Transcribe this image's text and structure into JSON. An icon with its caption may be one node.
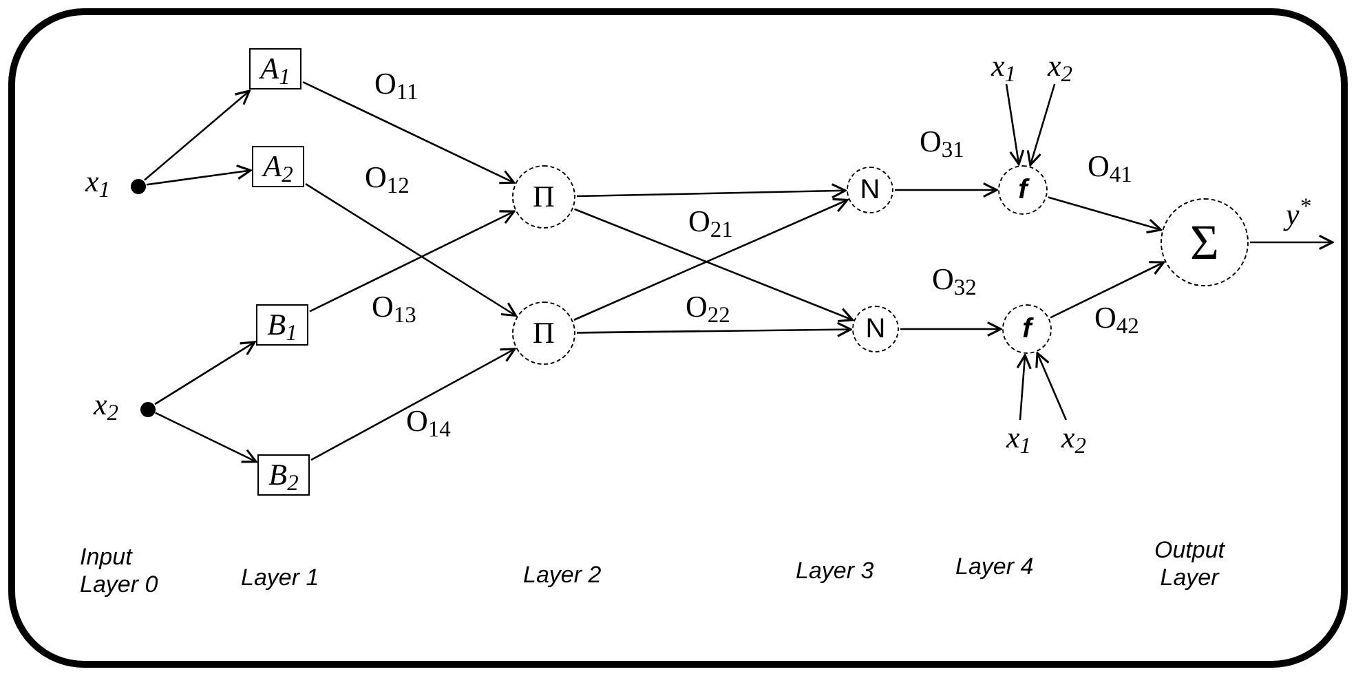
{
  "diagram": {
    "nodes": [
      {
        "text": [],
        "shape": "circle",
        "beside": [
          "x$_{1}$"
        ]
      },
      {
        "text": [],
        "shape": "circle",
        "beside": [
          "x$_{2}$"
        ]
      },
      {
        "text": [
          "A$_{1}$"
        ]
      },
      {
        "text": [
          "A$_{2}$"
        ]
      },
      {
        "text": [
          "B$_{1}$"
        ]
      },
      {
        "text": [
          "B$_{2}$"
        ]
      },
      {
        "text": [
          "Π"
        ]
      },
      {
        "text": [
          "Π"
        ]
      },
      {
        "text": [
          "N"
        ]
      },
      {
        "text": [
          "N"
        ]
      },
      {
        "text": [
          "f"
        ]
      },
      {
        "text": [
          "f"
        ]
      },
      {
        "text": [
          "Σ"
        ]
      },
      {
        "text": [
          "x$_{1}$"
        ]
      },
      {
        "text": [
          "x$_{2}$"
        ]
      },
      {
        "text": [
          "x$_{1}$"
        ]
      },
      {
        "text": [
          "x$_{2}$"
        ]
      }
    ],
    "edges": [
      {
        "from": 0,
        "to": 2,
        "arrow": "to"
      },
      {
        "from": 0,
        "to": 3,
        "arrow": "to"
      },
      {
        "from": 1,
        "to": 4,
        "arrow": "to"
      },
      {
        "from": 1,
        "to": 5,
        "arrow": "to"
      },
      {
        "from": 2,
        "to": 6,
        "arrow": "to",
        "label": "O$_{11}$"
      },
      {
        "from": 3,
        "to": 7,
        "arrow": "to",
        "label": "O$_{12}$"
      },
      {
        "from": 4,
        "to": 6,
        "arrow": "to",
        "label": "O$_{13}$"
      },
      {
        "from": 5,
        "to": 7,
        "arrow": "to",
        "label": "O$_{14}$"
      },
      {
        "from": 6,
        "to": 8,
        "arrow": "to"
      },
      {
        "from": 6,
        "to": 9,
        "arrow": "to",
        "label": "O$_{21}$"
      },
      {
        "from": 7,
        "to": 8,
        "arrow": "to"
      },
      {
        "from": 7,
        "to": 9,
        "arrow": "to",
        "label": "O$_{22}$"
      },
      {
        "from": 8,
        "to": 10,
        "arrow": "to",
        "label": "O$_{31}$"
      },
      {
        "from": 9,
        "to": 11,
        "arrow": "to",
        "label": "O$_{32}$"
      },
      {
        "from": 10,
        "to": 12,
        "arrow": "to",
        "label": "O$_{41}$"
      },
      {
        "from": 11,
        "to": 12,
        "arrow": "to",
        "label": "O$_{42}$"
      },
      {
        "from": 12,
        "to": null,
        "arrow": "to",
        "label": "y$^{*}$"
      },
      {
        "from": 13,
        "to": 10,
        "arrow": "to"
      },
      {
        "from": 14,
        "to": 10,
        "arrow": "to"
      },
      {
        "from": 15,
        "to": 11,
        "arrow": "to"
      },
      {
        "from": 16,
        "to": 11,
        "arrow": "to"
      }
    ],
    "labels": [
      "Input Layer 0",
      "Layer 1",
      "Layer 2",
      "Layer 3",
      "Layer 4",
      "Output Layer"
    ]
  }
}
